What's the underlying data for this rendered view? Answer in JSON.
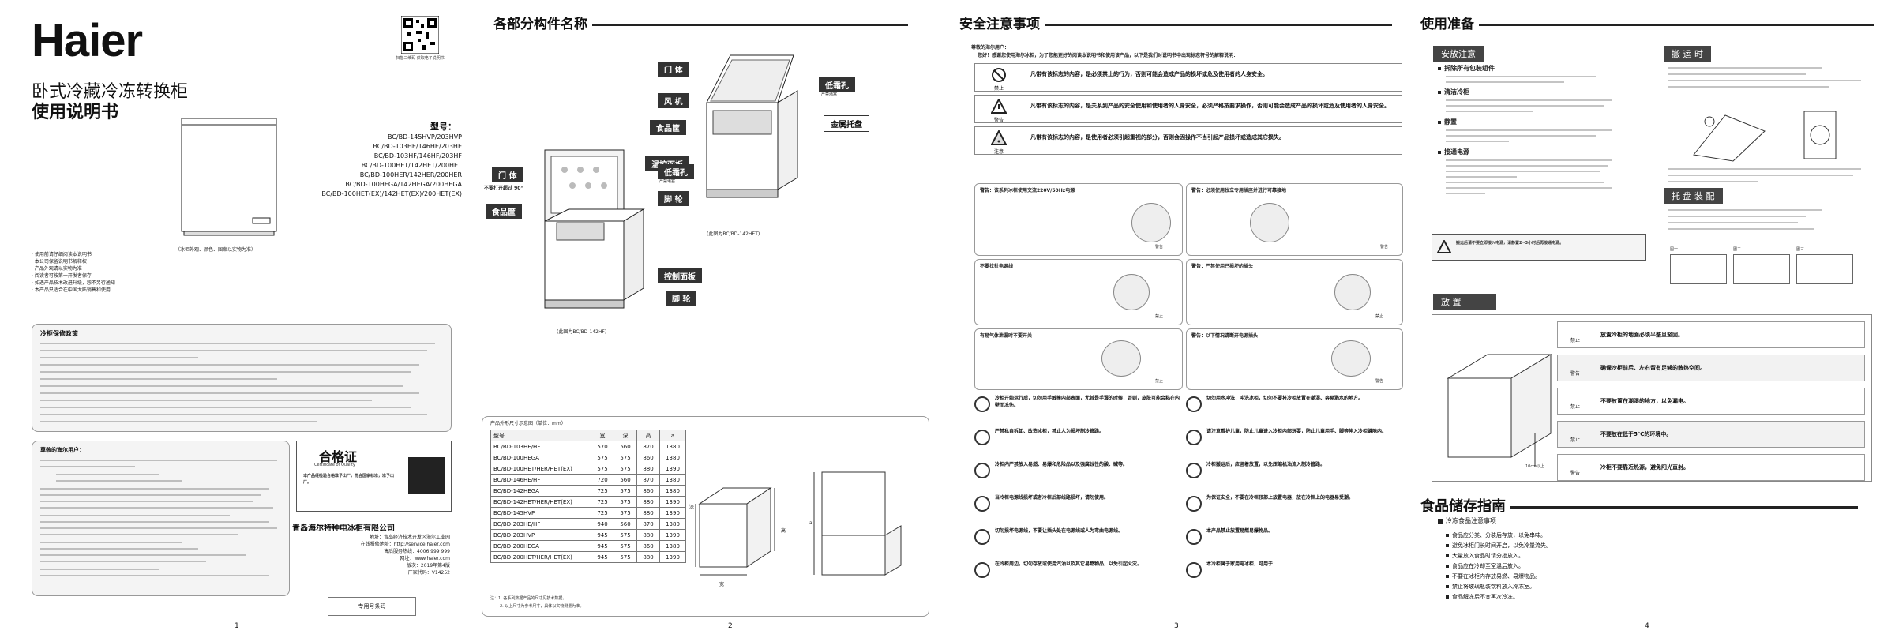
{
  "page1": {
    "brand": "Haier",
    "title_line1": "卧式冷藏冷冻转换柜",
    "title_line2": "使用说明书",
    "qr_caption": "扫描二维码 获取电子说明书",
    "model_label": "型号：",
    "models": [
      "BC/BD-145HVP/203HVP",
      "BC/BD-103HE/146HE/203HE",
      "BC/BD-103HF/146HF/203HF",
      "BC/BD-100HET/142HET/200HET",
      "BC/BD-100HER/142HER/200HER",
      "BC/BD-100HEGA/142HEGA/200HEGA",
      "BC/BD-100HET(EX)/142HET(EX)/200HET(EX)"
    ],
    "image_caption": "（冰柜外观、颜色、图案以实物为准）",
    "notes": [
      "· 使用前请仔细阅读本说明书",
      "· 本公司保留说明书解释权",
      "· 产品外观请以实物为准",
      "· 阅读者可按第一开发者保存",
      "· 如遇产品技术改进升级，恕不另行通知",
      "· 本产品只适合在中国大陆销售和使用"
    ],
    "warranty_title": "冷柜保修政策",
    "warranty_heading2": "尊敬的海尔用户：",
    "cert_title": "合格证",
    "cert_sub": "Certificate of Quality",
    "cert_text": "本产品经检验合格准予出厂，符合国家标准，准予出厂。",
    "company": "青岛海尔特种电冰柜有限公司",
    "address": "地址：青岛经济技术开发区海尔工业园",
    "service_label": "在线报修地址：http://service.haier.com",
    "hotline": "售后服务热线：4006 999 999",
    "website": "网址：www.haier.com",
    "version": "版次：2019年第4版",
    "code": "厂家代码：V14252",
    "seal": "专用号条码",
    "page_no": "1"
  },
  "page2": {
    "title": "各部分构件名称",
    "labels": {
      "door": "门 体",
      "vent": "风 机",
      "food_basket": "食品筐",
      "control": "温控面板",
      "wheel": "脚 轮",
      "frost_hole": "低霜孔",
      "frost_sub": "严禁堵塞",
      "metal_tray": "金属托盘",
      "door2": "门 体",
      "door_note": "不要打开超过 90°",
      "basket2": "食品筐",
      "frost2": "低霜孔",
      "frost2_sub": "严禁堵塞",
      "control2": "控制面板",
      "wheel2": "脚 轮"
    },
    "caption_top": "(此图为BC/BD-142HET)",
    "caption_bottom": "(此图为BC/BD-142HF)",
    "table_title": "产品外形尺寸示意图（单位：mm）",
    "table_headers": [
      "型号",
      "宽",
      "深",
      "高",
      "a"
    ],
    "table_rows": [
      [
        "BC/BD-103HE/HF",
        "570",
        "560",
        "870",
        "1380"
      ],
      [
        "BC/BD-100HEGA",
        "575",
        "575",
        "860",
        "1380"
      ],
      [
        "BC/BD-100HET/HER/HET(EX)",
        "575",
        "575",
        "880",
        "1390"
      ],
      [
        "BC/BD-146HE/HF",
        "720",
        "560",
        "870",
        "1380"
      ],
      [
        "BC/BD-142HEGA",
        "725",
        "575",
        "860",
        "1380"
      ],
      [
        "BC/BD-142HET/HER/HET(EX)",
        "725",
        "575",
        "880",
        "1390"
      ],
      [
        "BC/BD-145HVP",
        "725",
        "575",
        "880",
        "1390"
      ],
      [
        "BC/BD-203HE/HF",
        "940",
        "560",
        "870",
        "1380"
      ],
      [
        "BC/BD-203HVP",
        "945",
        "575",
        "880",
        "1390"
      ],
      [
        "BC/BD-200HEGA",
        "945",
        "575",
        "860",
        "1380"
      ],
      [
        "BC/BD-200HET/HER/HET(EX)",
        "945",
        "575",
        "880",
        "1390"
      ]
    ],
    "table_note1": "注：1. 各系列数据产品的尺寸见技术数据。",
    "table_note2": "2. 以上尺寸为参考尺寸，具体以实物测量为准。",
    "dim_deep": "深",
    "dim_high": "高",
    "dim_wide": "宽",
    "dim_a": "a",
    "page_no": "2"
  },
  "page3": {
    "title": "安全注意事项",
    "greeting": "尊敬的海尔用户：",
    "intro": "您好！感谢您使用海尔冰柜，为了您能更好的阅读本说明书和使用该产品，以下是我们对说明书中出现标志符号的解释说明：",
    "rows": [
      {
        "sign": "禁止",
        "text": "凡带有该标志的内容，是必须禁止的行为，否则可能会造成产品的损坏或危及使用者的人身安全。"
      },
      {
        "sign": "警告",
        "text": "凡带有该标志的内容，是关系到产品的安全使用和使用者的人身安全，必须严格按要求操作，否则可能会造成产品的损坏或危及使用者的人身安全。"
      },
      {
        "sign": "注意",
        "text": "凡带有该标志的内容，是使用者必须引起重视的部分，否则会因操作不当引起产品损坏或造成其它损失。"
      }
    ],
    "warn_boxes": [
      {
        "title": "警告：该系列冰柜使用交流220V/50Hz电源",
        "tag": "警告"
      },
      {
        "title": "警告：必须使用独立专用插座并进行可靠接地",
        "tag": "警告"
      },
      {
        "title": "不要拉扯电源线",
        "tag": "禁止"
      },
      {
        "title": "警告：严禁使用已损坏的插头",
        "tag": "禁止"
      },
      {
        "title": "有易气体泄漏时不要开关",
        "tag": "禁止"
      },
      {
        "title": "警告：以下情况请断开电源插头",
        "tag": "警告"
      }
    ],
    "list_left": [
      "冷柜开始运行后，切勿用手触摸内部表面，尤其是手湿的时候，否则，皮肤可能会粘在内壁而冻伤。",
      "严禁私自拆卸、改造冰柜，禁止人为损坏制冷管路。",
      "冷柜内严禁放入易燃、易爆和危险品以及强腐蚀性的酸、碱等。",
      "当冷柜电源线损坏或者冷柜后部线路损坏，请勿使用。",
      "切勿损坏电源线，不要让插头处在电源线或人为弯曲电源线。",
      "在冷柜周边，切勿存放或使用汽油以及其它易燃物品，以免引起火灾。"
    ],
    "list_right": [
      "切勿用水冲洗，冲洗冰柜，切勿不要将冷柜放置在潮湿、容易溅水的地方。",
      "请注意看护儿童，防止儿童进入冷柜内部玩耍，防止儿童用手、脚等伸入冷柜缝隙内。",
      "冷柜搬运后，应竖着放置，以免压缩机油流入制冷管路。",
      "为保证安全，不要在冷柜顶部上放置电器，放在冷柜上的电器易受潮。",
      "本产品禁止放置易燃易爆物品。",
      "本冷柜属于家用电冰柜，可用于："
    ],
    "page_no": "3"
  },
  "page4": {
    "title": "使用准备",
    "section1": "安放注意",
    "items1": [
      "拆除所有包装组件",
      "清洁冷柜",
      "静置",
      "接通电源"
    ],
    "section2": "搬 运 时",
    "section3": "托 盘 装 配",
    "fig1": "图一",
    "fig2": "图二",
    "fig3": "图三",
    "notice": "搬运后请不要立即接入电源，请静置2~3小时后再接通电源。",
    "section4": "放 置",
    "distance": "10cm以上",
    "place_rows": [
      {
        "sign": "禁止",
        "text": "放置冷柜的地面必须平整且坚固。"
      },
      {
        "sign": "警告",
        "text": "确保冷柜前后、左右留有足够的散热空间。"
      },
      {
        "sign": "禁止",
        "text": "不要放置在潮湿的地方，以免漏电。"
      },
      {
        "sign": "禁止",
        "text": "不要放在低于5℃的环境中。"
      },
      {
        "sign": "警告",
        "text": "冷柜不要靠近热源，避免阳光直射。"
      }
    ],
    "food_title": "食品储存指南",
    "food_sub": "冷冻食品注意事项",
    "food_list": [
      "食品应分类、分装后存放，以免串味。",
      "避免冰柜门长时间开启，以免冷量流失。",
      "大量放入食品时请分批放入。",
      "食品应在冷却至室温后放入。",
      "不要在冰柜内存放易燃、易爆物品。",
      "禁止将玻璃瓶装饮料放入冷冻室。",
      "食品解冻后不宜再次冷冻。"
    ],
    "page_no": "4"
  }
}
